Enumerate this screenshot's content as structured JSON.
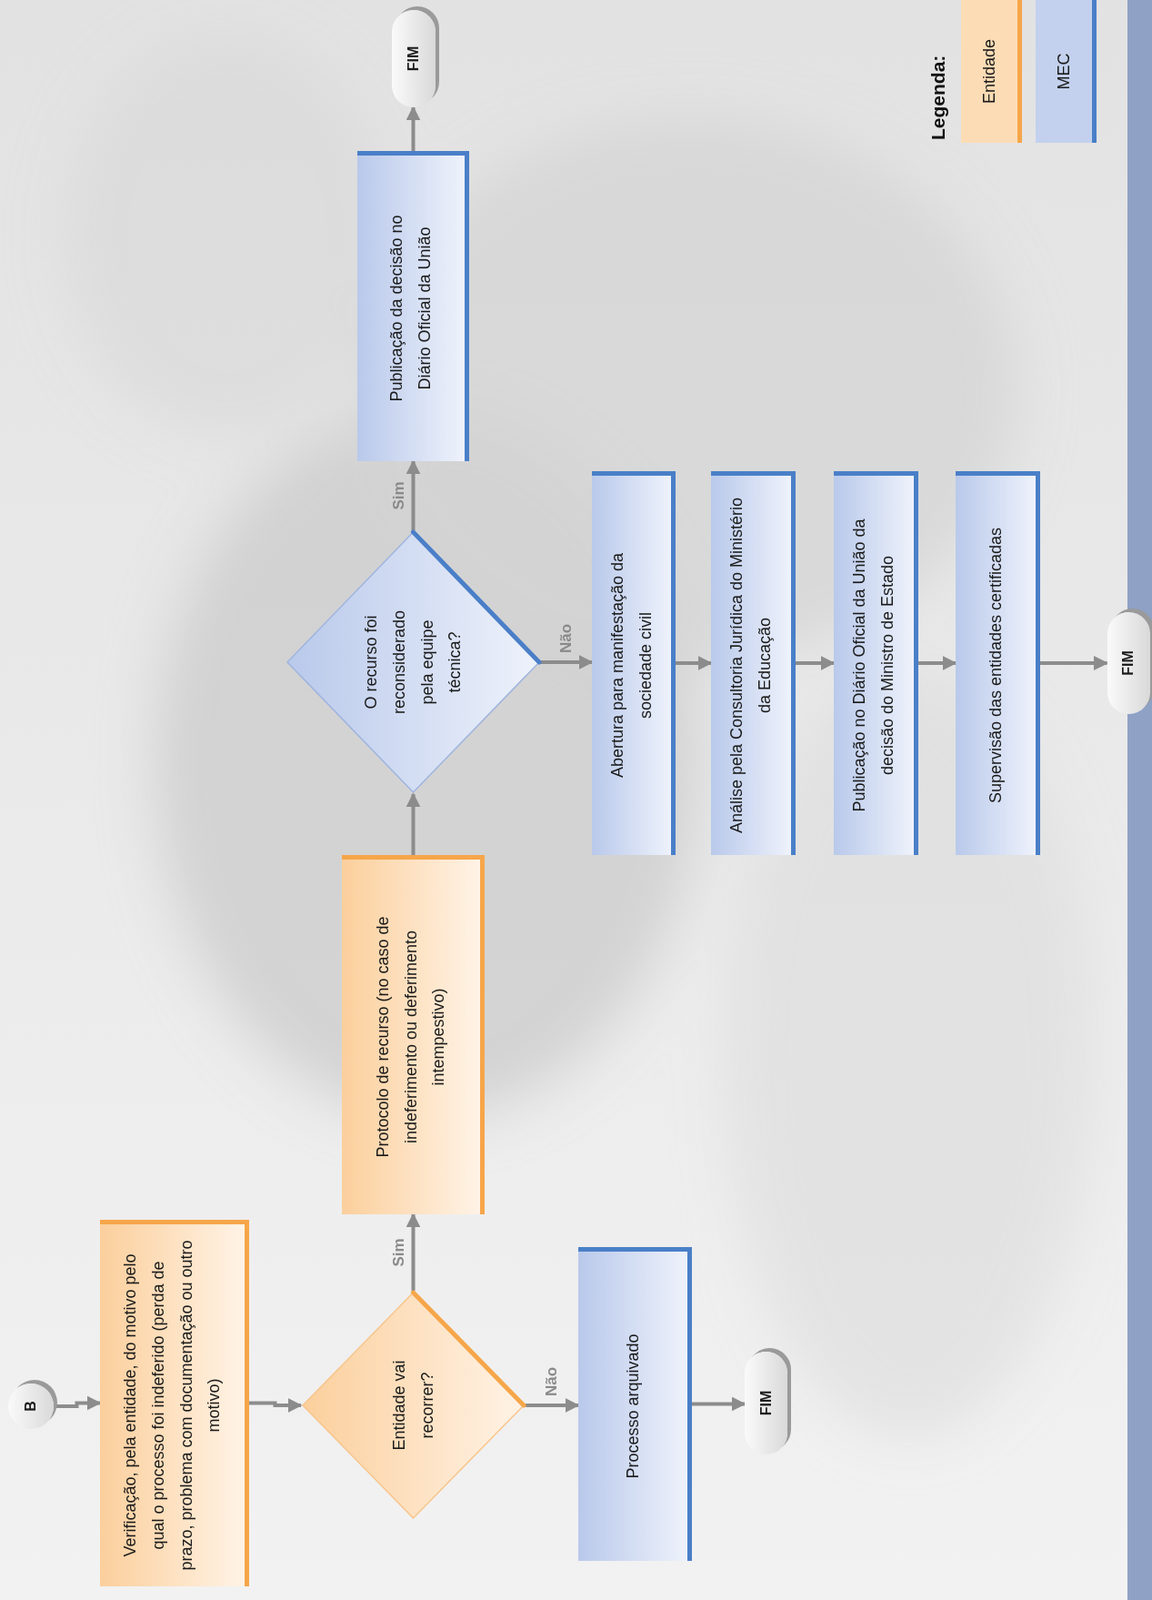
{
  "diagram": {
    "nodes": [
      {
        "text": [
          "B"
        ]
      },
      {
        "text": [
          "Verificação, pela entidade, do motivo pelo qual o processo foi indeferido (perda de prazo, problema com documentação ou outro motivo)"
        ]
      },
      {
        "text": [
          "Entidade vai recorrer?"
        ]
      },
      {
        "text": [
          "Protocolo de recurso (no caso de indeferimento ou deferimento intempestivo)"
        ]
      },
      {
        "text": [
          "Processo arquivado"
        ]
      },
      {
        "text": [
          "FIM"
        ]
      },
      {
        "text": [
          "O recurso foi reconsiderado pela equipe técnica?"
        ]
      },
      {
        "text": [
          "Publicação da decisão no Diário Oficial da União"
        ]
      },
      {
        "text": [
          "FIM"
        ]
      },
      {
        "text": [
          "Abertura para manifestação da sociedade civil"
        ]
      },
      {
        "text": [
          "Análise pela Consultoria Jurídica do Ministério da Educação"
        ]
      },
      {
        "text": [
          "Publicação no Diário Oficial da União da decisão do Ministro de Estado"
        ]
      },
      {
        "text": [
          "Supervisão das entidades certificadas"
        ]
      },
      {
        "text": [
          "FIM"
        ]
      }
    ],
    "edges": [
      {
        "from": 0,
        "to": 1,
        "arrow": "to"
      },
      {
        "from": 1,
        "to": 2,
        "arrow": "to"
      },
      {
        "from": 2,
        "to": 3,
        "label": "Sim",
        "arrow": "to"
      },
      {
        "from": 2,
        "to": 4,
        "label": "Não",
        "arrow": "to"
      },
      {
        "from": 4,
        "to": 5,
        "arrow": "to"
      },
      {
        "from": 3,
        "to": 6,
        "arrow": "to"
      },
      {
        "from": 6,
        "to": 7,
        "label": "Sim",
        "arrow": "to"
      },
      {
        "from": 6,
        "to": 9,
        "label": "Não",
        "arrow": "to"
      },
      {
        "from": 7,
        "to": 8,
        "arrow": "to"
      },
      {
        "from": 9,
        "to": 10,
        "arrow": "to"
      },
      {
        "from": 10,
        "to": 11,
        "arrow": "to"
      },
      {
        "from": 11,
        "to": 12,
        "arrow": "to"
      },
      {
        "from": 12,
        "to": 13,
        "arrow": "to"
      }
    ],
    "labels": [
      "Legenda:"
    ],
    "legend": [
      {
        "text": "Entidade",
        "color": "#fcdcb5"
      },
      {
        "text": "MEC",
        "color": "#c3d1ee"
      }
    ]
  }
}
